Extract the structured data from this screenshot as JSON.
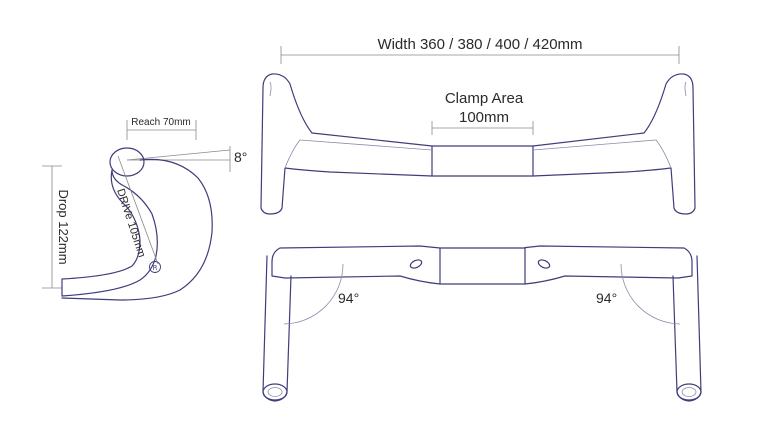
{
  "labels": {
    "width": "Width 360 / 380 / 400 / 420mm",
    "clamp_area": "Clamp Area",
    "clamp_size": "100mm",
    "reach": "Reach 70mm",
    "angle_8": "8°",
    "drop": "Drop 122mm",
    "drive": "DRIVe 105mm",
    "angle_94_left": "94°",
    "angle_94_right": "94°"
  },
  "colors": {
    "outline": "#3f3d7a",
    "dimension": "#8a8a8a",
    "text": "#2a2a2a"
  },
  "icons": {
    "logo": "circled-r-logo"
  }
}
